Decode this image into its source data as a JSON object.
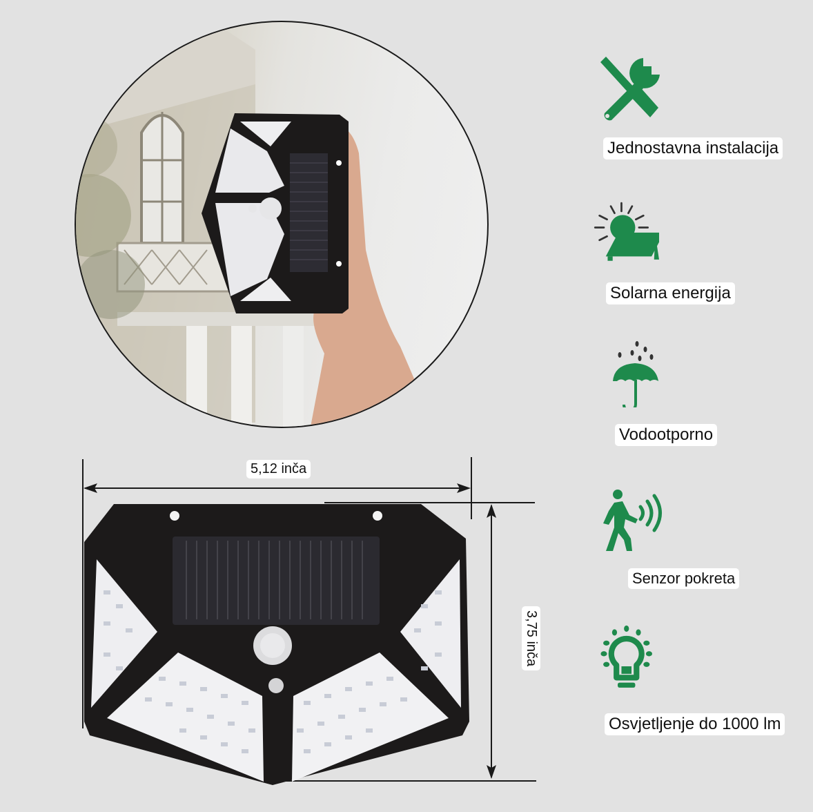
{
  "product": {
    "name": "Solar LED wall lamp with motion sensor",
    "dimensions": {
      "width_label": "5,12 inča",
      "height_label": "3,75 inča"
    }
  },
  "features": [
    {
      "icon": "wrench-screwdriver-icon",
      "label": "Jednostavna instalacija"
    },
    {
      "icon": "solar-panel-sun-icon",
      "label": "Solarna energija"
    },
    {
      "icon": "umbrella-rain-icon",
      "label": "Vodootporno"
    },
    {
      "icon": "motion-sensor-person-icon",
      "label": "Senzor pokreta"
    },
    {
      "icon": "lightbulb-icon",
      "label": "Osvjetljenje do 1000 lm"
    }
  ],
  "colors": {
    "background": "#e2e2e2",
    "icon_green": "#1e8a4c",
    "lamp_body": "#1c1a1a",
    "led_panel": "#f1f1f3"
  }
}
